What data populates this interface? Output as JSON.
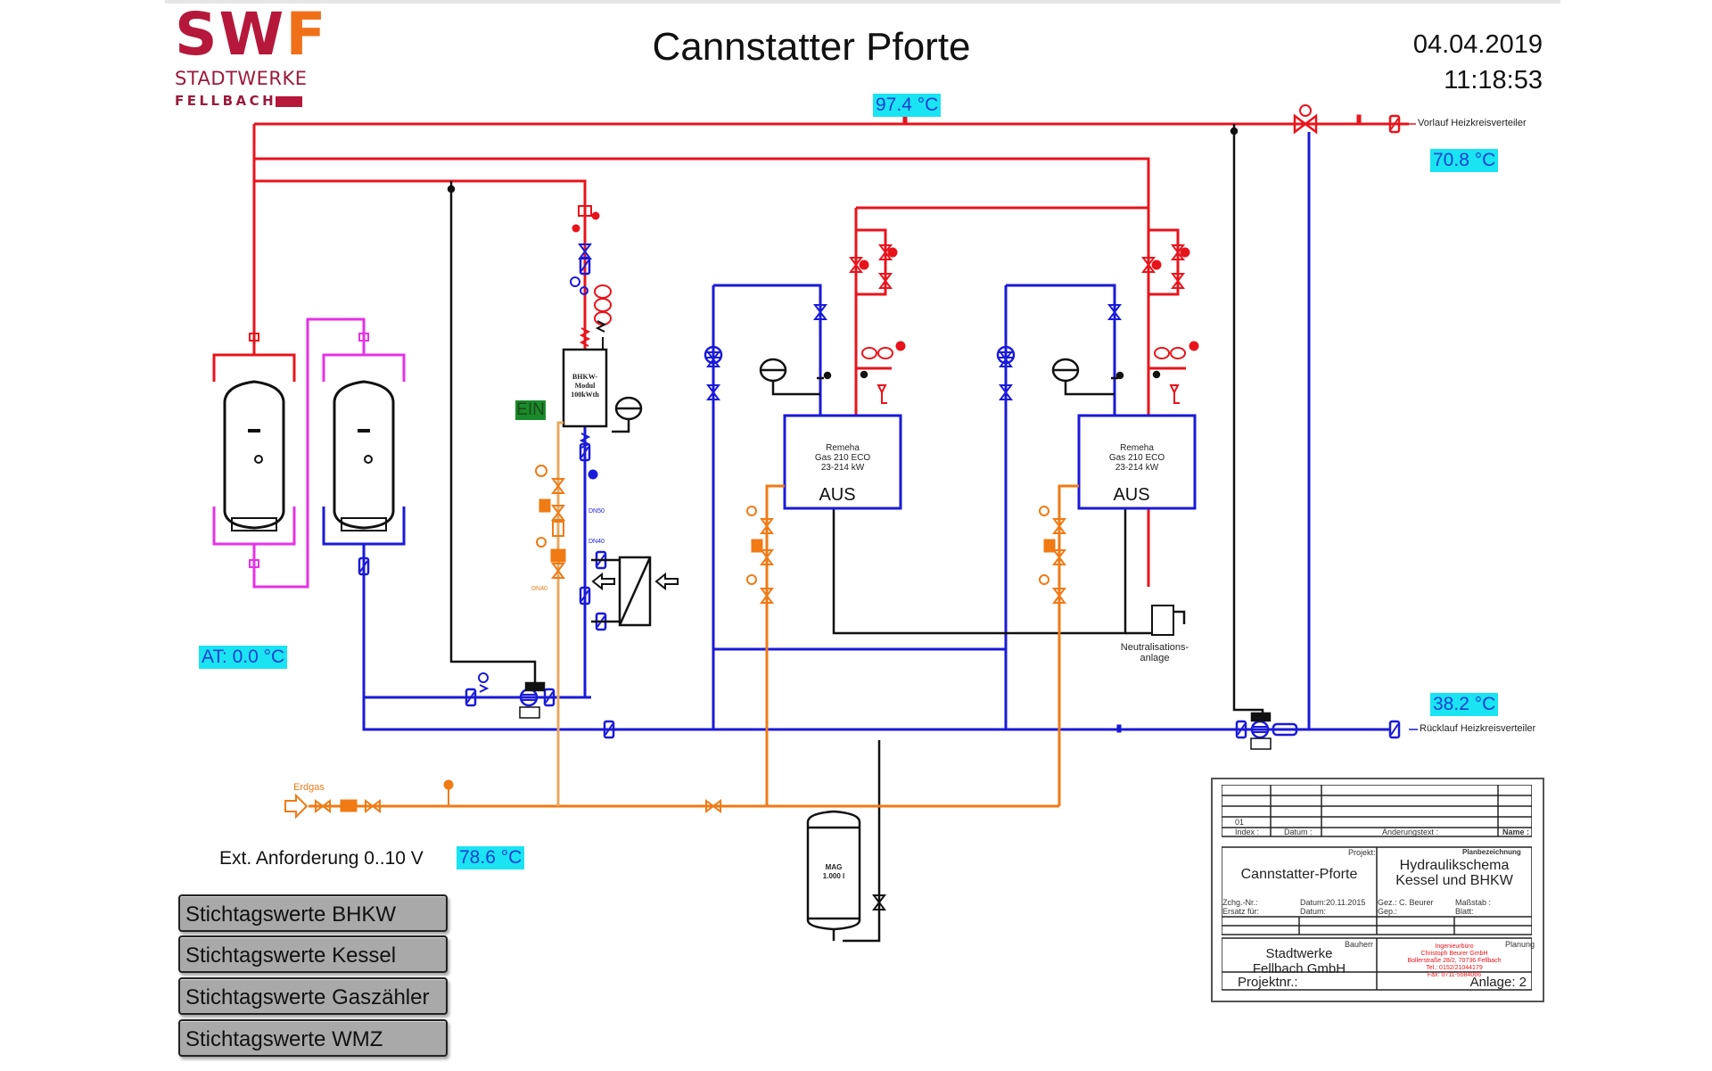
{
  "header": {
    "logo": {
      "brand": "SW",
      "brand_accent": "F",
      "line1": "STADTWERKE",
      "line2": "FELLBACH"
    },
    "title": "Cannstatter Pforte",
    "date": "04.04.2019",
    "time": "11:18:53"
  },
  "colors": {
    "supply": "#e8141c",
    "return": "#1a1ad8",
    "storage": "#e632e6",
    "gas": "#f07a14",
    "gas_light": "#e8a860",
    "control": "#111111",
    "value_bg": "#1ae4f2",
    "value_text": "#1a3fd0",
    "status_on": "#1a8a2a"
  },
  "readings": {
    "supply_main": "97.4 °C",
    "supply_distributor": "70.8 °C",
    "outside_temp": "AT: 0.0 °C",
    "return_distributor": "38.2 °C",
    "ext_demand": "78.6 °C"
  },
  "labels": {
    "supply_distributor": "Vorlauf Heizkreisverteiler",
    "return_distributor": "Rücklauf Heizkreisverteiler",
    "neutralization_1": "Neutralisations-",
    "neutralization_2": "anlage",
    "gas": "Erdgas",
    "ext_demand": "Ext. Anforderung 0..10 V",
    "mag_1": "MAG",
    "mag_2": "1.000 l",
    "dn50": "DN50",
    "dn40a": "DN40",
    "dn40b": "DN40"
  },
  "chp": {
    "line1": "BHKW-",
    "line2": "Modul",
    "line3": "100kWth",
    "status": "EIN"
  },
  "boilers": [
    {
      "line1": "Remeha",
      "line2": "Gas 210 ECO",
      "line3": "23-214 kW",
      "status": "AUS"
    },
    {
      "line1": "Remeha",
      "line2": "Gas 210 ECO",
      "line3": "23-214 kW",
      "status": "AUS"
    }
  ],
  "buttons": [
    {
      "label": "Stichtagswerte BHKW"
    },
    {
      "label": "Stichtagswerte Kessel"
    },
    {
      "label": "Stichtagswerte Gaszähler"
    },
    {
      "label": "Stichtagswerte WMZ"
    }
  ],
  "title_block": {
    "rev_index_value": "01",
    "rev_headers": [
      "Index :",
      "Datum :",
      "Änderungstext :",
      "Name :"
    ],
    "project_label": "Projekt:",
    "project": "Cannstatter-Pforte",
    "drawing_label": "Planbezeichnung",
    "drawing_1": "Hydraulikschema",
    "drawing_2": "Kessel und BHKW",
    "meta_row1": [
      "Zchg.-Nr.:",
      "Datum:20.11.2015",
      "Gez.: C. Beurer",
      "Maßstab :"
    ],
    "meta_row2": [
      "Ersatz für:",
      "Datum:",
      "Gep.:",
      "Blatt:"
    ],
    "client_label": "Bauherr",
    "client_1": "Stadtwerke",
    "client_2": "Fellbach GmbH",
    "planner_label": "Planung",
    "planner_1": "Ingenieurbüro",
    "planner_2": "Christoph Beurer GmbH",
    "planner_3": "Bollerstraße 28/2, 70736 Fellbach",
    "planner_4": "Tel.: 0152/21044179",
    "planner_5": "Fax: 0711-5584066",
    "projectnr_label": "Projektnr.:",
    "sheet": "Anlage: 2"
  }
}
